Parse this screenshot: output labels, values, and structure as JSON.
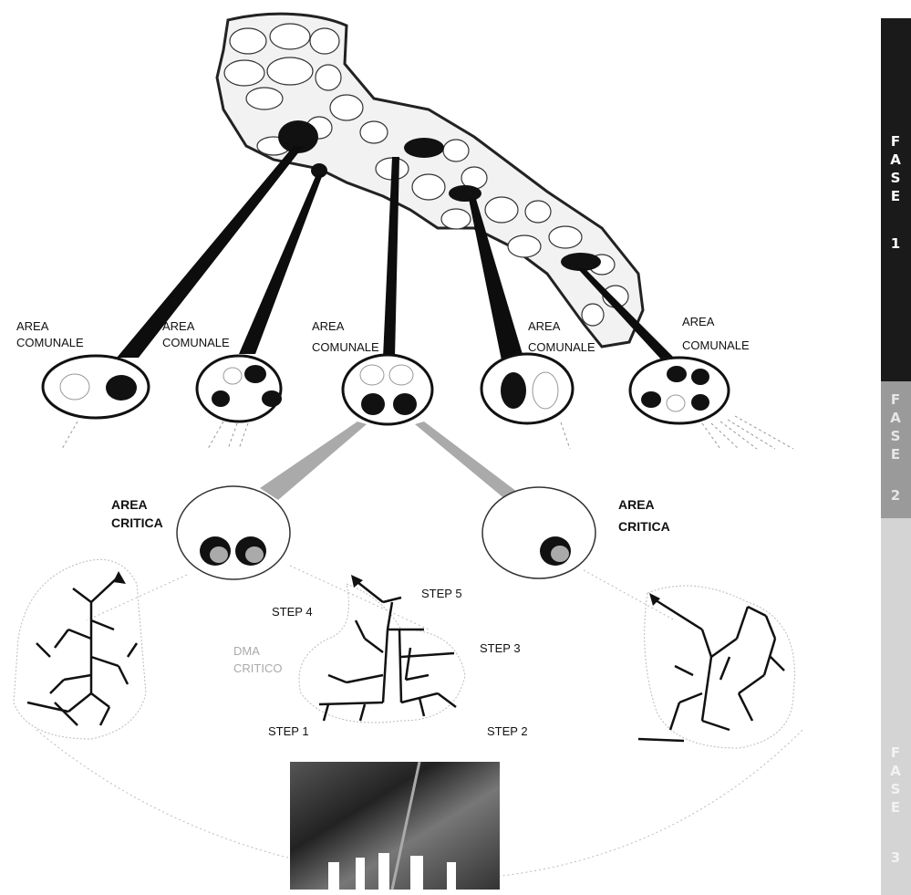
{
  "region_labels": {
    "area_comunale_1": [
      "AREA",
      "COMUNALE"
    ],
    "area_comunale_2": [
      "AREA",
      "COMUNALE"
    ],
    "area_comunale_3": [
      "AREA",
      "COMUNALE"
    ],
    "area_comunale_4": [
      "AREA",
      "COMUNALE"
    ],
    "area_comunale_5": [
      "AREA",
      "COMUNALE"
    ],
    "area_critica_left": [
      "AREA",
      "CRITICA"
    ],
    "area_critica_right": [
      "AREA",
      "CRITICA"
    ]
  },
  "steps": {
    "step1": "STEP 1",
    "step2": "STEP 2",
    "step3": "STEP 3",
    "step4": "STEP 4",
    "step5": "STEP 5"
  },
  "dma_label": [
    "DMA",
    "CRITICO"
  ],
  "phase_bar": {
    "fase1": [
      "F",
      "A",
      "S",
      "E",
      "",
      "1"
    ],
    "fase2": [
      "F",
      "A",
      "S",
      "E",
      "",
      "2"
    ],
    "fase3": [
      "F",
      "A",
      "S",
      "E",
      "",
      "3"
    ]
  },
  "colors": {
    "fase1_bg": "#1a1a1a",
    "fase2_bg": "#9a9a9a",
    "fase3_bg": "#d4d4d4"
  }
}
